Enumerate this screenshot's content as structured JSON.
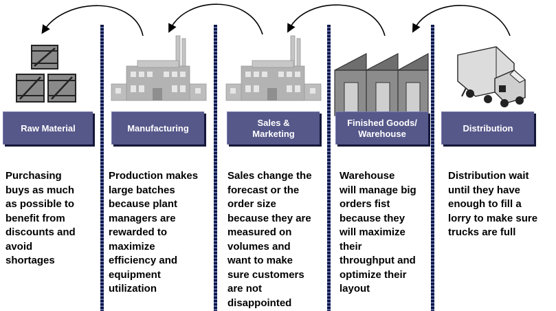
{
  "stages": [
    {
      "label": "Raw Material",
      "icon": "crates-icon",
      "description": "Purchasing\nbuys as much\nas possible to\nbenefit from\ndiscounts and\navoid\nshortages"
    },
    {
      "label": "Manufacturing",
      "icon": "factory-icon",
      "description": "Production makes\nlarge batches\nbecause plant\nmanagers are\nrewarded to\nmaximize\nefficiency and\nequipment\nutilization"
    },
    {
      "label": "Sales &\nMarketing",
      "icon": "factory-icon",
      "description": "Sales change the\nforecast or the\norder size\nbecause they are\nmeasured on\nvolumes and\nwant to make\nsure customers\nare not\ndisappointed"
    },
    {
      "label": "Finished Goods/\nWarehouse",
      "icon": "warehouse-icon",
      "description": "Warehouse\nwill manage big\norders fist\nbecause they\nwill maximize\ntheir\nthroughput and\noptimize their\nlayout"
    },
    {
      "label": "Distribution",
      "icon": "truck-icon",
      "description": "Distribution wait\nuntil they have\nenough to fill a\nlorry to make sure\ntrucks are  full"
    }
  ],
  "colors": {
    "label_box": "#56588a",
    "label_shadow": "#15183a",
    "divider": "#0d1540",
    "building_gray": "#b9b9b9",
    "warehouse_gray": "#8c8c8c"
  }
}
